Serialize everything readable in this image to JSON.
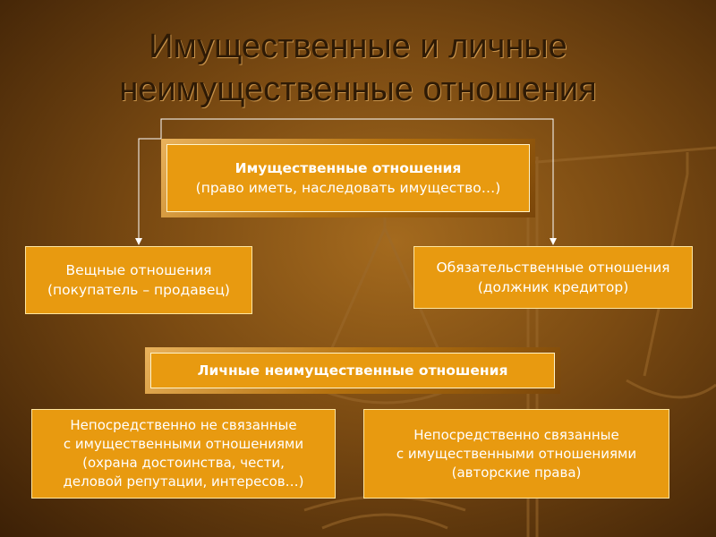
{
  "title_line1": "Имущественные и личные",
  "title_line2": "неимущественные отношения",
  "property": {
    "title": "Имущественные отношения",
    "subtitle": "(право иметь, наследовать имущество…)"
  },
  "real": {
    "line1": "Вещные отношения",
    "line2": "(покупатель – продавец)"
  },
  "obligation": {
    "line1": "Обязательственные отношения",
    "line2": "(должник кредитор)"
  },
  "personal": {
    "title": "Личные неимущественные отношения"
  },
  "not_related": {
    "line1": "Непосредственно не связанные",
    "line2": "с имущественными отношениями",
    "line3": "(охрана достоинства, чести,",
    "line4": "деловой репутации, интересов…)"
  },
  "related": {
    "line1": "Непосредственно связанные",
    "line2": "с имущественными отношениями",
    "line3": "(авторские права)"
  },
  "colors": {
    "box_fill": "#e89a10",
    "box_border": "#fff3c8",
    "text": "#ffffff",
    "title": "#2e1a05"
  }
}
